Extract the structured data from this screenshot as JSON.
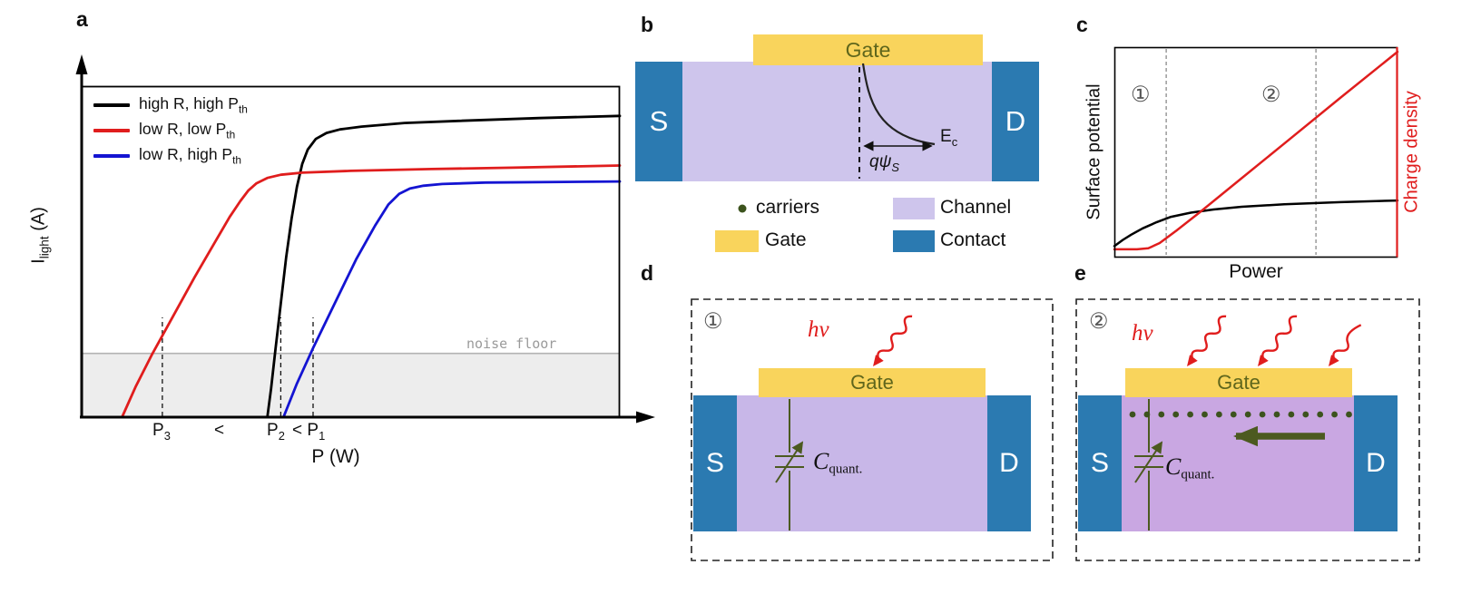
{
  "colors": {
    "contact_blue": "#2b7ab1",
    "gate_yellow": "#f9d45c",
    "channel_b": "#cec5ec",
    "channel_d": "#c8b7e8",
    "channel_e": "#c9a7e2",
    "gate_text": "#5f661c",
    "photon_red": "#e01d1d",
    "carrier_green": "#3c531d",
    "arrow_olive": "#4c5a20",
    "noise_gray": "#9a9a9a",
    "series_black": "#000000",
    "series_red": "#e01d1d",
    "series_blue": "#1414d2"
  },
  "panel_labels": {
    "a": "a",
    "b": "b",
    "c": "c",
    "d": "d",
    "e": "e"
  },
  "device": {
    "source": "S",
    "drain": "D",
    "gate": "Gate",
    "c_quant_main": "C",
    "c_quant_sub": "quant.",
    "hv": "hv"
  },
  "panel_b": {
    "ec_main": "E",
    "ec_sub": "c",
    "qpsi_main": "qψ",
    "qpsi_sub": "S",
    "legend": {
      "carriers": "carriers",
      "channel": "Channel",
      "gate": "Gate",
      "contact": "Contact"
    }
  },
  "panel_d": {
    "region": "①"
  },
  "panel_e": {
    "region": "②"
  },
  "chart_data": [
    {
      "id": "panel_a",
      "type": "line",
      "title": "",
      "xlabel": "P (W)",
      "ylabel": "I_light (A)",
      "ylabel_main": "I",
      "ylabel_sub": "light",
      "ylabel_suffix": " (A)",
      "xlim": [
        0,
        10
      ],
      "ylim": [
        0,
        9.34
      ],
      "grid": false,
      "legend_position": "upper-left",
      "noise_floor_y": 1.8,
      "noise_floor_label": "noise floor",
      "inequality_sign": "<",
      "thresholds": [
        {
          "x": 1.5,
          "label_main": "P",
          "label_sub": "3"
        },
        {
          "x": 3.7,
          "label_main": "P",
          "label_sub": "2"
        },
        {
          "x": 4.3,
          "label_main": "P",
          "label_sub": "1"
        }
      ],
      "series": [
        {
          "name": "high R, high Pth",
          "label_main": "high R, high P",
          "label_sub": "th",
          "color": "#000000",
          "points": [
            [
              3.45,
              0
            ],
            [
              3.52,
              0.8
            ],
            [
              3.6,
              1.9
            ],
            [
              3.7,
              3.2
            ],
            [
              3.8,
              4.5
            ],
            [
              3.9,
              5.6
            ],
            [
              4.0,
              6.5
            ],
            [
              4.1,
              7.15
            ],
            [
              4.2,
              7.55
            ],
            [
              4.35,
              7.85
            ],
            [
              4.55,
              8.02
            ],
            [
              4.8,
              8.12
            ],
            [
              5.2,
              8.2
            ],
            [
              6,
              8.3
            ],
            [
              7,
              8.36
            ],
            [
              8.5,
              8.44
            ],
            [
              10,
              8.5
            ]
          ]
        },
        {
          "name": "low R, low Pth",
          "label_main": "low R, low P",
          "label_sub": "th",
          "color": "#e01d1d",
          "points": [
            [
              0.75,
              0
            ],
            [
              1.0,
              0.85
            ],
            [
              1.3,
              1.75
            ],
            [
              1.7,
              2.85
            ],
            [
              2.1,
              3.95
            ],
            [
              2.5,
              5.0
            ],
            [
              2.75,
              5.65
            ],
            [
              2.95,
              6.1
            ],
            [
              3.1,
              6.4
            ],
            [
              3.25,
              6.6
            ],
            [
              3.45,
              6.75
            ],
            [
              3.7,
              6.84
            ],
            [
              4.1,
              6.9
            ],
            [
              5,
              6.95
            ],
            [
              6.5,
              7.0
            ],
            [
              8,
              7.04
            ],
            [
              10,
              7.1
            ]
          ]
        },
        {
          "name": "low R, high Pth",
          "label_main": "low R, high P",
          "label_sub": "th",
          "color": "#1414d2",
          "points": [
            [
              3.75,
              0
            ],
            [
              4.0,
              0.95
            ],
            [
              4.3,
              1.95
            ],
            [
              4.7,
              3.2
            ],
            [
              5.1,
              4.45
            ],
            [
              5.45,
              5.4
            ],
            [
              5.7,
              6.0
            ],
            [
              5.9,
              6.3
            ],
            [
              6.1,
              6.45
            ],
            [
              6.35,
              6.53
            ],
            [
              6.7,
              6.58
            ],
            [
              7.5,
              6.62
            ],
            [
              10,
              6.65
            ]
          ]
        }
      ]
    },
    {
      "id": "panel_c",
      "type": "line",
      "xlabel": "Power",
      "ylabel_left": "Surface potential",
      "ylabel_right": "Charge density",
      "xlim": [
        0,
        1
      ],
      "ylim": [
        0,
        1
      ],
      "grid": false,
      "dividers": [
        0.183,
        0.712
      ],
      "regions": [
        "①",
        "②"
      ],
      "series": [
        {
          "name": "Surface potential",
          "color": "#000000",
          "points": [
            [
              0,
              0.05
            ],
            [
              0.03,
              0.08
            ],
            [
              0.06,
              0.105
            ],
            [
              0.1,
              0.135
            ],
            [
              0.15,
              0.165
            ],
            [
              0.2,
              0.19
            ],
            [
              0.27,
              0.21
            ],
            [
              0.35,
              0.225
            ],
            [
              0.45,
              0.238
            ],
            [
              0.6,
              0.25
            ],
            [
              0.8,
              0.26
            ],
            [
              1,
              0.268
            ]
          ]
        },
        {
          "name": "Charge density",
          "color": "#e01d1d",
          "points": [
            [
              0,
              0.035
            ],
            [
              0.08,
              0.035
            ],
            [
              0.12,
              0.04
            ],
            [
              0.16,
              0.065
            ],
            [
              0.22,
              0.125
            ],
            [
              0.3,
              0.21
            ],
            [
              0.45,
              0.375
            ],
            [
              0.6,
              0.54
            ],
            [
              0.8,
              0.76
            ],
            [
              1,
              0.978
            ]
          ]
        }
      ]
    }
  ]
}
